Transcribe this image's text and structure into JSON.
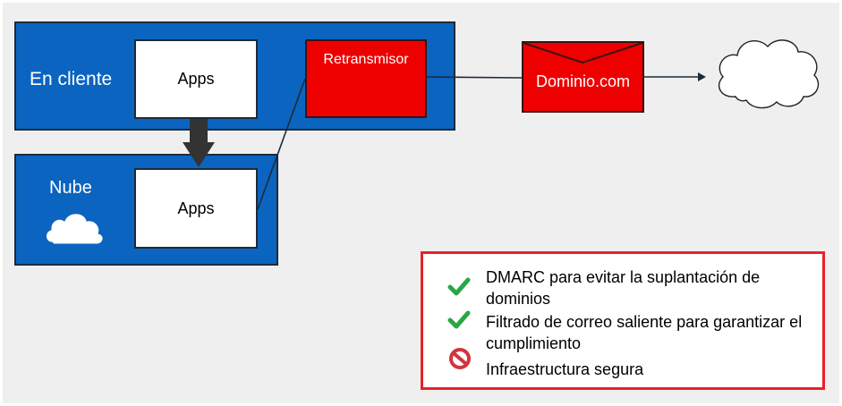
{
  "diagram": {
    "on_prem_label": "En cliente",
    "cloud_label": "Nube",
    "apps_top": "Apps",
    "apps_bottom": "Apps",
    "relay_label": "Retransmisor",
    "domain_label": "Dominio.com"
  },
  "legend": {
    "items": [
      {
        "text": "DMARC para evitar la suplantación de dominios",
        "icon": "check-icon",
        "color": "#2aa745"
      },
      {
        "text": "Filtrado de correo saliente para garantizar el cumplimiento",
        "icon": "check-icon",
        "color": "#2aa745"
      },
      {
        "text": "Infraestructura segura",
        "icon": "no-entry-icon",
        "color": "#d3343f"
      }
    ]
  }
}
